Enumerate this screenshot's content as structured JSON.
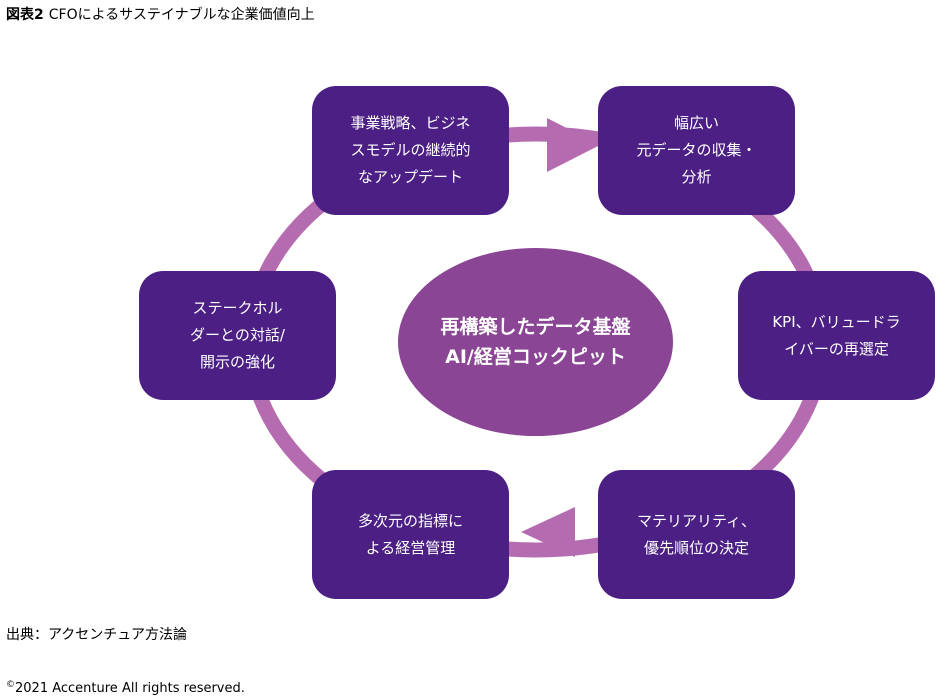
{
  "header": {
    "figure_label": "図表2",
    "title": "CFOによるサステイナブルな企業価値向上"
  },
  "center": {
    "line1": "再構築したデータ基盤",
    "line2": "AI/経営コックピット"
  },
  "nodes": [
    {
      "text": "事業戦略、ビジネ\nスモデルの継続的\nなアップデート"
    },
    {
      "text": "幅広い\n元データの収集・\n分析"
    },
    {
      "text": "KPI、バリュードラ\nイバーの再選定"
    },
    {
      "text": "マテリアリティ、\n優先順位の決定"
    },
    {
      "text": "多次元の指標に\nよる経営管理"
    },
    {
      "text": "ステークホル\nダーとの対話/\n開示の強化"
    }
  ],
  "footer": {
    "source": "出典：アクセンチュア方法論",
    "copyright_symbol": "©",
    "copyright": "2021 Accenture All rights reserved."
  },
  "colors": {
    "node_fill": "#4b1f84",
    "center_fill": "#8a4595",
    "cycle_ring": "#b56bb0"
  }
}
